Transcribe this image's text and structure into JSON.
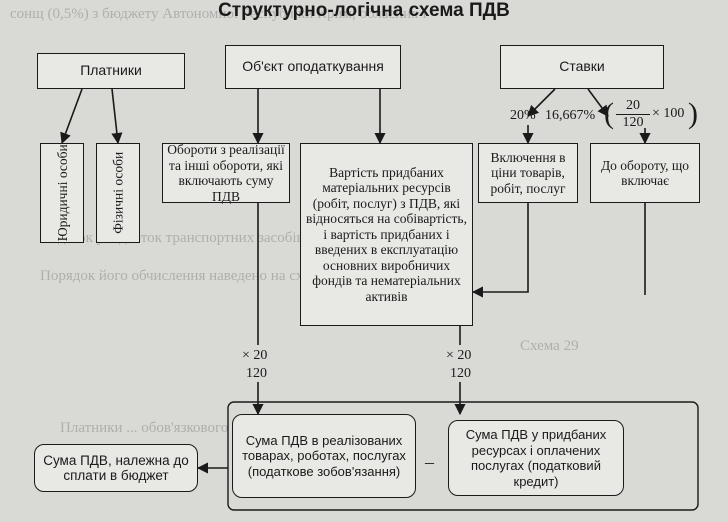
{
  "title": "Структурно-логічна схема ПДВ",
  "headers": {
    "payers": "Платники",
    "object": "Об'єкт оподаткування",
    "rates": "Ставки"
  },
  "payers": {
    "legal": "Юридичні особи",
    "individual": "Фізичні особи"
  },
  "object": {
    "turnover": "Обороти з реалізації та інші обороти, які включають суму ПДВ",
    "purchases": "Вартість придбаних матеріальних ресурсів (робіт, послуг) з ПДВ, які відносяться на собівартість, і вартість придбаних і введених в експлуатацію основних виробничих фондів та нематеріальних активів"
  },
  "rates": {
    "rate_20": "20%",
    "rate_16": "16,667%",
    "formula_num": "20",
    "formula_den": "120",
    "formula_mult": "× 100",
    "included": "Включення в ціни товарів, робіт, послуг",
    "to_turnover": "До обороту, що включає"
  },
  "multipliers": {
    "left_num": "× 20",
    "left_den": "120",
    "right_num": "× 20",
    "right_den": "120"
  },
  "results": {
    "due": "Сума ПДВ, належна до сплати в бюджет",
    "sales": "Сума ПДВ в реалізованих товарах, роботах, послугах (податкове зобов'язання)",
    "minus": "–",
    "credit": "Сума ПДВ у придбаних ресурсах і оплачених послугах (податковий кредит)"
  }
}
